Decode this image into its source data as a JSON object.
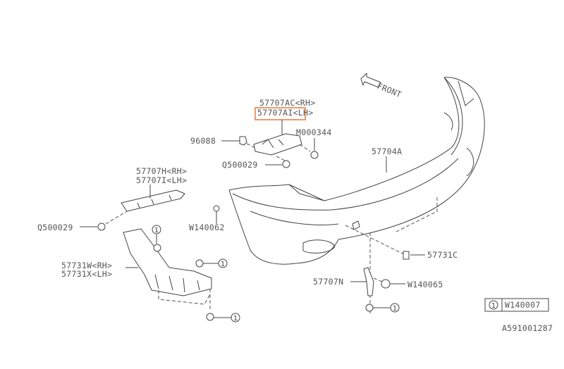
{
  "direction_label": "FRONT",
  "callouts": {
    "bracket_center_rh": "57707AC<RH>",
    "bracket_center_lh": "57707AI<LH>",
    "clip_96088": "96088",
    "screw_m000344": "M000344",
    "bolt_center": "Q500029",
    "bumper_face": "57704A",
    "bracket_side_rh": "57707H<RH>",
    "bracket_side_lh": "57707I<LH>",
    "bolt_left": "Q500029",
    "clip_w140062": "W140062",
    "mudguard_rh": "57731W<RH>",
    "mudguard_lh": "57731X<LH>",
    "clip_57731c": "57731C",
    "bracket_lower": "57707N",
    "clip_w140065": "W140065"
  },
  "reference_marker": "1",
  "legend": {
    "marker": "1",
    "part": "W140007"
  },
  "diagram_id": "A591001287",
  "highlight_color": "#e07b39"
}
